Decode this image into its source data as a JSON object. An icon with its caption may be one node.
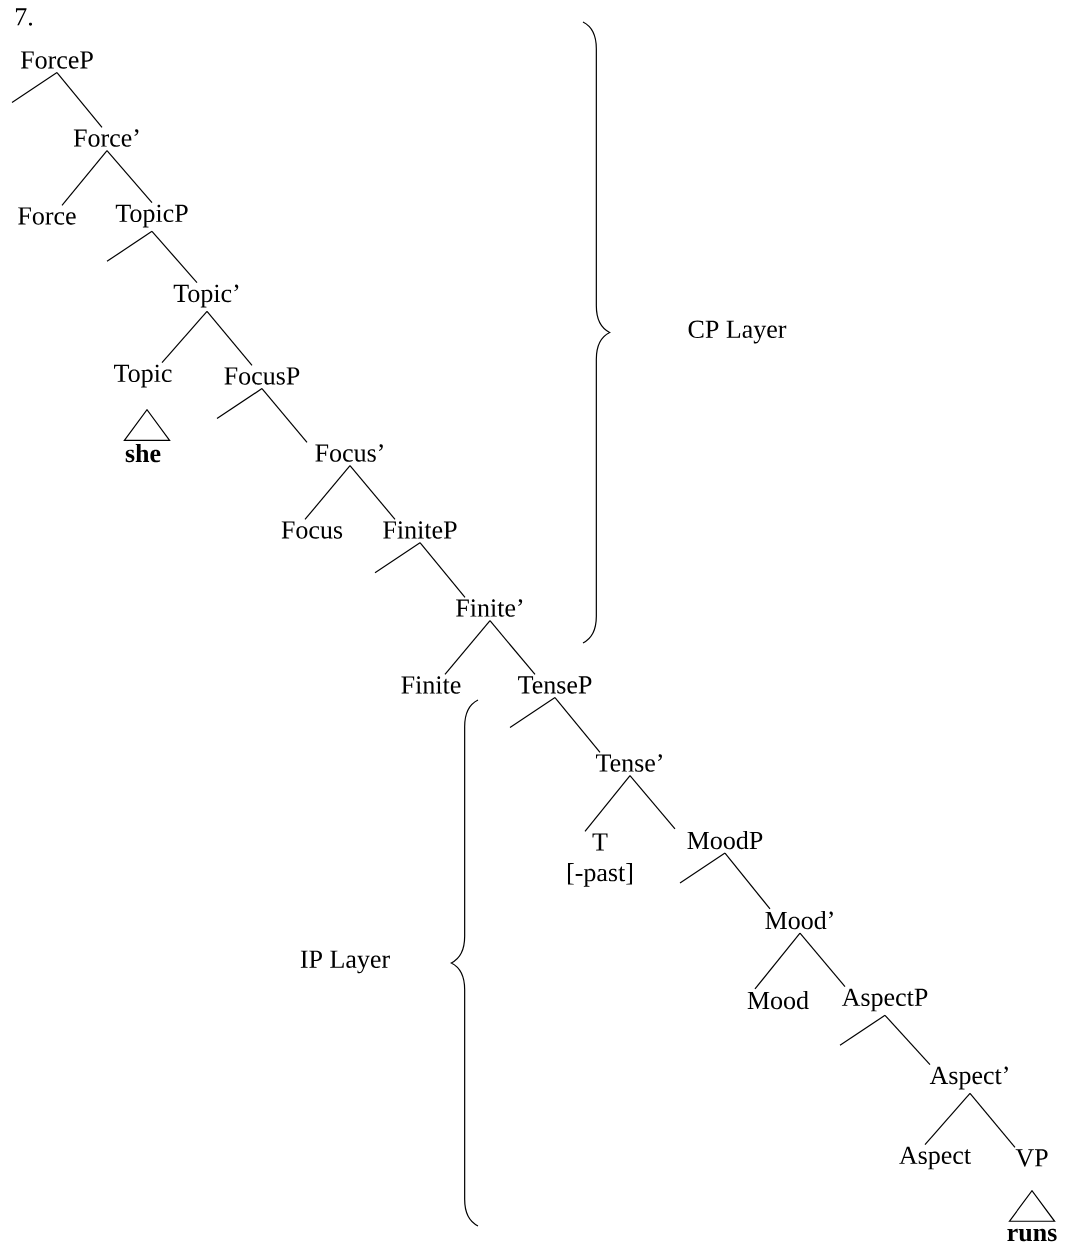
{
  "diagram": {
    "nodes": [
      {
        "text": [
          "ForceP"
        ]
      },
      {
        "text": [
          "Force’"
        ]
      },
      {
        "text": [
          "Force"
        ]
      },
      {
        "text": [
          "TopicP"
        ]
      },
      {
        "text": [
          "Topic’"
        ]
      },
      {
        "text": [
          "Topic"
        ]
      },
      {
        "text": [],
        "shape": "triangle"
      },
      {
        "text": [
          "she"
        ]
      },
      {
        "text": [
          "FocusP"
        ]
      },
      {
        "text": [
          "Focus’"
        ]
      },
      {
        "text": [
          "Focus"
        ]
      },
      {
        "text": [
          "FiniteP"
        ]
      },
      {
        "text": [
          "Finite’"
        ]
      },
      {
        "text": [
          "Finite"
        ]
      },
      {
        "text": [
          "TenseP"
        ]
      },
      {
        "text": [
          "Tense’"
        ]
      },
      {
        "text": [
          "T",
          "[-past]"
        ]
      },
      {
        "text": [
          "MoodP"
        ]
      },
      {
        "text": [
          "Mood’"
        ]
      },
      {
        "text": [
          "Mood"
        ]
      },
      {
        "text": [
          "AspectP"
        ]
      },
      {
        "text": [
          "Aspect’"
        ]
      },
      {
        "text": [
          "Aspect"
        ]
      },
      {
        "text": [
          "VP"
        ]
      },
      {
        "text": [],
        "shape": "triangle"
      },
      {
        "text": [
          "runs"
        ]
      }
    ],
    "edges": [
      {
        "from": 0,
        "to": null,
        "arrow": "none"
      },
      {
        "from": 0,
        "to": 1,
        "arrow": "none"
      },
      {
        "from": 1,
        "to": 2,
        "arrow": "none"
      },
      {
        "from": 1,
        "to": 3,
        "arrow": "none"
      },
      {
        "from": 3,
        "to": null,
        "arrow": "none"
      },
      {
        "from": 3,
        "to": 4,
        "arrow": "none"
      },
      {
        "from": 4,
        "to": 5,
        "arrow": "none"
      },
      {
        "from": 4,
        "to": 8,
        "arrow": "none"
      },
      {
        "from": 8,
        "to": null,
        "arrow": "none"
      },
      {
        "from": 8,
        "to": 9,
        "arrow": "none"
      },
      {
        "from": 9,
        "to": 10,
        "arrow": "none"
      },
      {
        "from": 9,
        "to": 11,
        "arrow": "none"
      },
      {
        "from": 11,
        "to": null,
        "arrow": "none"
      },
      {
        "from": 11,
        "to": 12,
        "arrow": "none"
      },
      {
        "from": 12,
        "to": 13,
        "arrow": "none"
      },
      {
        "from": 12,
        "to": 14,
        "arrow": "none"
      },
      {
        "from": 14,
        "to": null,
        "arrow": "none"
      },
      {
        "from": 14,
        "to": 15,
        "arrow": "none"
      },
      {
        "from": 15,
        "to": 16,
        "arrow": "none"
      },
      {
        "from": 15,
        "to": 17,
        "arrow": "none"
      },
      {
        "from": 17,
        "to": null,
        "arrow": "none"
      },
      {
        "from": 17,
        "to": 18,
        "arrow": "none"
      },
      {
        "from": 18,
        "to": 19,
        "arrow": "none"
      },
      {
        "from": 18,
        "to": 20,
        "arrow": "none"
      },
      {
        "from": 20,
        "to": null,
        "arrow": "none"
      },
      {
        "from": 20,
        "to": 21,
        "arrow": "none"
      },
      {
        "from": 21,
        "to": 22,
        "arrow": "none"
      },
      {
        "from": 21,
        "to": 23,
        "arrow": "none"
      }
    ],
    "labels": [
      "7.",
      "CP Layer",
      "IP Layer"
    ]
  }
}
